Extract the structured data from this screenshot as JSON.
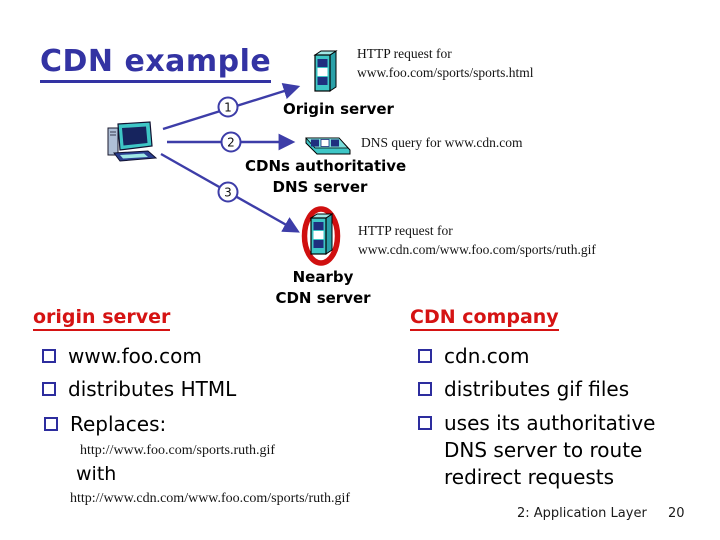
{
  "slide": {
    "title": "CDN example",
    "footer": {
      "section": "2: Application Layer",
      "page_number": "20"
    }
  },
  "diagram": {
    "steps": [
      "1",
      "2",
      "3"
    ],
    "origin_request": {
      "line1": "HTTP request for",
      "line2": "www.foo.com/sports/sports.html"
    },
    "origin_server_label": "Origin server",
    "dns_query_label": "DNS query for www.cdn.com",
    "authoritative_dns_label": {
      "line1": "CDNs authoritative",
      "line2": "DNS server"
    },
    "cdn_request": {
      "line1": "HTTP request for",
      "line2": "www.cdn.com/www.foo.com/sports/ruth.gif"
    },
    "nearby_cdn_label": {
      "line1": "Nearby",
      "line2": "CDN server"
    },
    "icons": {
      "client": "client-computer-icon",
      "origin": "origin-server-icon",
      "dns": "dns-server-icon",
      "cdn": "cdn-server-icon-red-highlight"
    }
  },
  "origin_server_panel": {
    "heading": "origin server",
    "items": [
      "www.foo.com",
      "distributes HTML",
      "Replaces:"
    ],
    "replaced_url": "http://www.foo.com/sports.ruth.gif",
    "with_label": "with",
    "replacement_url": "http://www.cdn.com/www.foo.com/sports/ruth.gif"
  },
  "cdn_company_panel": {
    "heading": "CDN company",
    "items": [
      "cdn.com",
      "distributes gif files",
      "uses its authoritative DNS server to route redirect requests"
    ]
  },
  "colors": {
    "title_blue": "#3333a3",
    "arrow_blue": "#3d3da8",
    "heading_red": "#d51313",
    "highlight_red": "#d01010",
    "icon_teal": "#3ec6c6",
    "icon_navy": "#1f2f7f",
    "text_black": "#000000"
  }
}
